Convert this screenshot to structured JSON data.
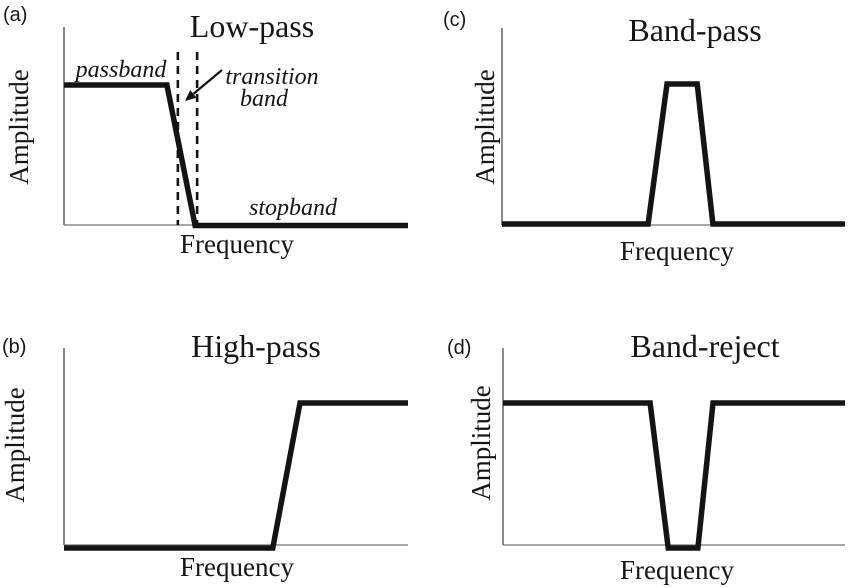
{
  "figure": {
    "background": "#ffffff",
    "curve_color": "#141414",
    "axis_color": "#8a8a8a",
    "text_color": "#161616"
  },
  "panels": [
    {
      "tag": "(a)",
      "title": "Low-pass",
      "xlabel": "Frequency",
      "ylabel": "Amplitude",
      "annotations": {
        "passband": "passband",
        "transition_line1": "transition",
        "transition_line2": "band",
        "stopband": "stopband"
      }
    },
    {
      "tag": "(b)",
      "title": "High-pass",
      "xlabel": "Frequency",
      "ylabel": "Amplitude"
    },
    {
      "tag": "(c)",
      "title": "Band-pass",
      "xlabel": "Frequency",
      "ylabel": "Amplitude"
    },
    {
      "tag": "(d)",
      "title": "Band-reject",
      "xlabel": "Frequency",
      "ylabel": "Amplitude"
    }
  ],
  "chart_data": [
    {
      "type": "line",
      "panel": "a",
      "title": "Low-pass",
      "xlabel": "Frequency",
      "ylabel": "Amplitude",
      "x_range": [
        0,
        1
      ],
      "y_range": [
        0,
        1
      ],
      "points": [
        [
          0,
          1
        ],
        [
          0.299,
          1
        ],
        [
          0.381,
          0
        ],
        [
          1,
          0
        ]
      ],
      "band_edges_x": [
        0.331,
        0.387
      ],
      "annotations": [
        "passband",
        "transition band",
        "stopband"
      ],
      "grid": false,
      "legend": false
    },
    {
      "type": "line",
      "panel": "b",
      "title": "High-pass",
      "xlabel": "Frequency",
      "ylabel": "Amplitude",
      "x_range": [
        0,
        1
      ],
      "y_range": [
        0,
        1
      ],
      "points": [
        [
          0,
          0
        ],
        [
          0.607,
          0
        ],
        [
          0.686,
          1
        ],
        [
          1,
          1
        ]
      ],
      "grid": false,
      "legend": false
    },
    {
      "type": "line",
      "panel": "c",
      "title": "Band-pass",
      "xlabel": "Frequency",
      "ylabel": "Amplitude",
      "x_range": [
        0,
        1
      ],
      "y_range": [
        0,
        1
      ],
      "points": [
        [
          0,
          0
        ],
        [
          0.426,
          0
        ],
        [
          0.481,
          1
        ],
        [
          0.569,
          1
        ],
        [
          0.615,
          0
        ],
        [
          1,
          0
        ]
      ],
      "grid": false,
      "legend": false
    },
    {
      "type": "line",
      "panel": "d",
      "title": "Band-reject",
      "xlabel": "Frequency",
      "ylabel": "Amplitude",
      "x_range": [
        0,
        1
      ],
      "y_range": [
        0,
        1
      ],
      "points": [
        [
          0,
          1
        ],
        [
          0.43,
          1
        ],
        [
          0.483,
          0
        ],
        [
          0.57,
          0
        ],
        [
          0.614,
          1
        ],
        [
          1,
          1
        ]
      ],
      "grid": false,
      "legend": false
    }
  ]
}
